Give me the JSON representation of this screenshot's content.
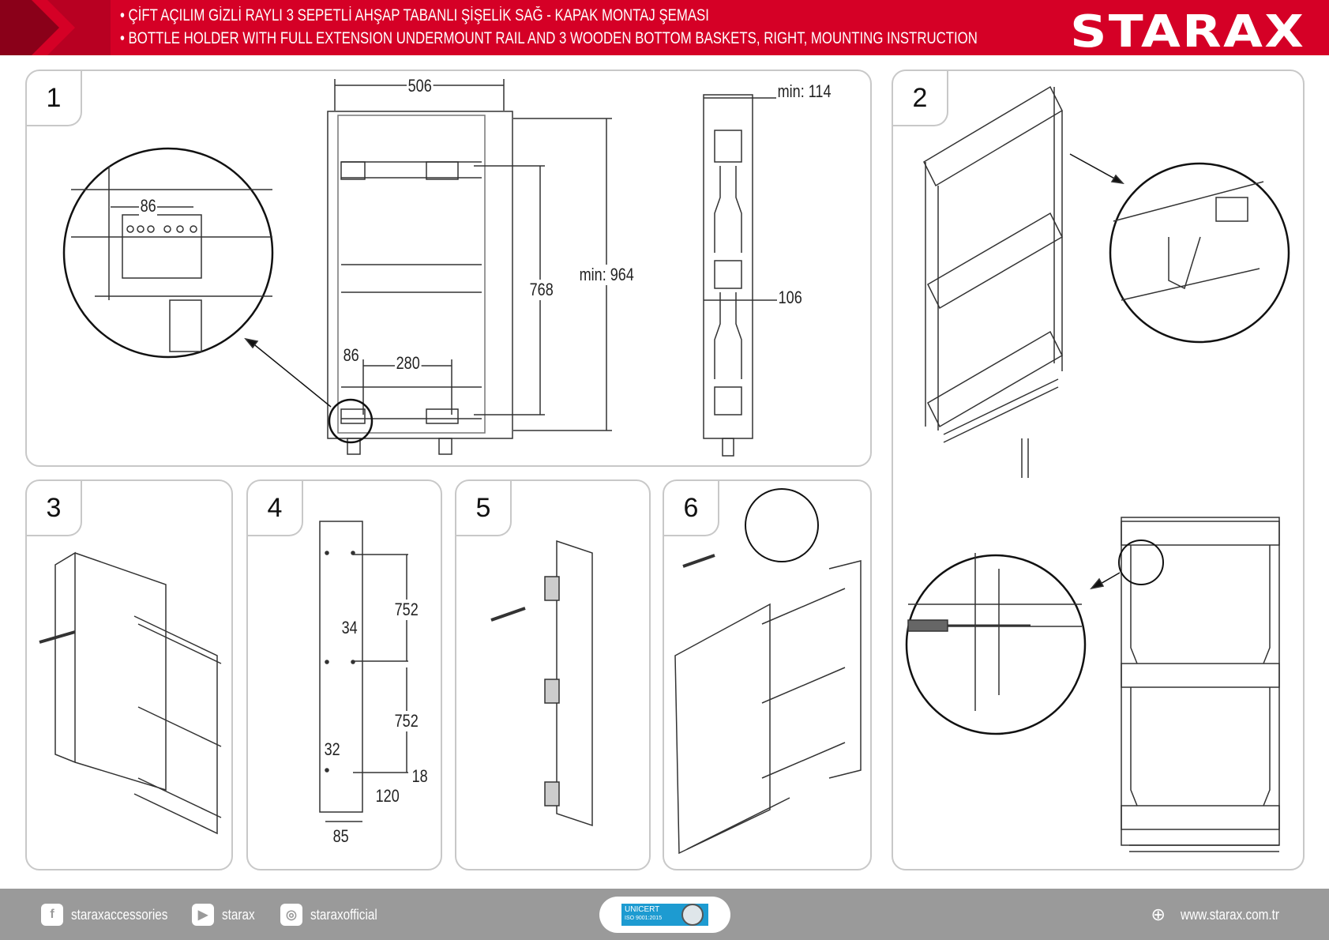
{
  "header": {
    "title_tr": "• ÇİFT AÇILIM GİZLİ RAYLI 3 SEPETLİ AHŞAP TABANLI ŞİŞELİK SAĞ - KAPAK MONTAJ ŞEMASI",
    "title_en": "• BOTTLE HOLDER WITH FULL EXTENSION UNDERMOUNT RAIL AND 3 WOODEN BOTTOM BASKETS, RIGHT, MOUNTING INSTRUCTION",
    "logo": "STARAX",
    "brand_color": "#d50026"
  },
  "panels": {
    "p1": {
      "number": "1",
      "dims": {
        "width": "506",
        "rail": "768",
        "height": "min: 964",
        "left": "86",
        "span": "280",
        "detail": "86",
        "depth": "min: 114",
        "side": "106"
      }
    },
    "p2": {
      "number": "2"
    },
    "p3": {
      "number": "3"
    },
    "p4": {
      "number": "4",
      "dims": {
        "a": "752",
        "b": "34",
        "c": "752",
        "d": "32",
        "e": "18",
        "f": "120",
        "g": "85"
      }
    },
    "p5": {
      "number": "5"
    },
    "p6": {
      "number": "6"
    }
  },
  "footer": {
    "facebook": "staraxaccessories",
    "youtube": "starax",
    "instagram": "staraxofficial",
    "cert_name": "UNICERT",
    "cert_std": "ISO 9001:2015",
    "website": "www.starax.com.tr"
  }
}
